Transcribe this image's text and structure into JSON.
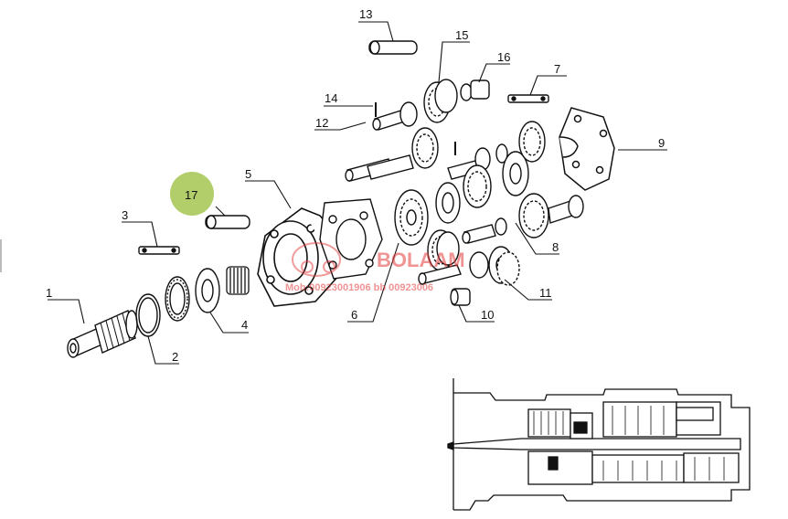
{
  "diagram": {
    "callouts": [
      {
        "id": "p1",
        "label": "1"
      },
      {
        "id": "p2",
        "label": "2"
      },
      {
        "id": "p3",
        "label": "3"
      },
      {
        "id": "p4",
        "label": "4"
      },
      {
        "id": "p5",
        "label": "5"
      },
      {
        "id": "p6",
        "label": "6"
      },
      {
        "id": "p7",
        "label": "7"
      },
      {
        "id": "p8",
        "label": "8"
      },
      {
        "id": "p9",
        "label": "9"
      },
      {
        "id": "p10",
        "label": "10"
      },
      {
        "id": "p11",
        "label": "11"
      },
      {
        "id": "p12",
        "label": "12"
      },
      {
        "id": "p13",
        "label": "13"
      },
      {
        "id": "p14",
        "label": "14"
      },
      {
        "id": "p15",
        "label": "15"
      },
      {
        "id": "p16",
        "label": "16"
      },
      {
        "id": "p17",
        "label": "17"
      }
    ],
    "highlight_color": "#a9c95a",
    "watermark": {
      "brand": "BOLAAM",
      "phone": "Mob:00923001906 bb 00923006"
    }
  }
}
